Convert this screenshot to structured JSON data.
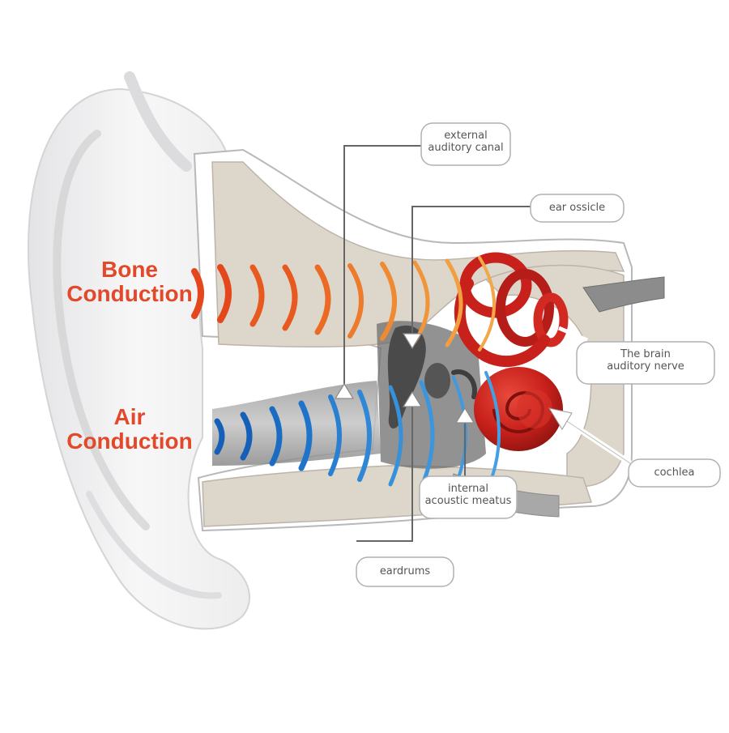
{
  "labels": {
    "bone_line1": "Bone",
    "bone_line2": "Conduction",
    "air_line1": "Air",
    "air_line2": "Conduction"
  },
  "callouts": {
    "external_canal_line1": "external",
    "external_canal_line2": "auditory canal",
    "ear_ossicle": "ear ossicle",
    "brain_line1": "The brain",
    "brain_line2": "auditory nerve",
    "cochlea": "cochlea",
    "internal_line1": "internal",
    "internal_line2": "acoustic meatus",
    "eardrums": "eardrums"
  },
  "colors": {
    "bone_wave": "#e8591f",
    "air_wave": "#1f74c9",
    "label_red": "#e2492a",
    "cochlea_red": "#c8201b",
    "bone_tissue": "#ddd6cb"
  }
}
